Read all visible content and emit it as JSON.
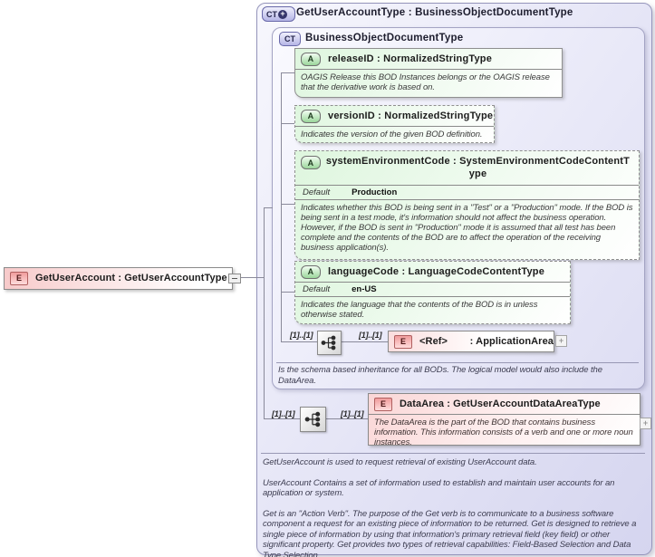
{
  "root_element": {
    "icon": "E",
    "label": "GetUserAccount : GetUserAccountType"
  },
  "panel": {
    "icon": "CT",
    "icon_plus": "+",
    "title": "GetUserAccountType : BusinessObjectDocumentType",
    "base_type": {
      "icon": "CT",
      "title": "BusinessObjectDocumentType",
      "attributes": [
        {
          "icon": "A",
          "name": "releaseID : NormalizedStringType",
          "annotation": "OAGIS Release this BOD Instances belongs or the OAGIS release that the derivative work is based on."
        },
        {
          "icon": "A",
          "name": "versionID : NormalizedStringType",
          "annotation": "Indicates the version of the given BOD definition."
        },
        {
          "icon": "A",
          "name": "systemEnvironmentCode : SystemEnvironmentCodeContentType",
          "default_label": "Default",
          "default_value": "Production",
          "annotation": "Indicates whether this BOD is being sent in a \"Test\" or a \"Production\" mode. If the BOD is being sent in a test mode, it's information should not affect the business operation. However, if the BOD is sent in \"Production\" mode it is assumed that all test has been complete and the contents of the BOD are to affect the operation of the receiving business application(s)."
        },
        {
          "icon": "A",
          "name": "languageCode : LanguageCodeContentType",
          "default_label": "Default",
          "default_value": "en-US",
          "annotation": "Indicates the language that the contents of the BOD is in unless otherwise stated."
        }
      ],
      "app_area_row": {
        "card_left": "[1]..[1]",
        "card_right": "[1]..[1]",
        "element_icon": "E",
        "ref_label": "<Ref>",
        "type_label": ": ApplicationArea",
        "expand": "+"
      },
      "annotation": "Is the schema based inheritance for all BODs. The logical model would also include the DataArea."
    },
    "data_area_row": {
      "card_left": "[1]..[1]",
      "card_right": "[1]..[1]",
      "element_icon": "E",
      "title": "DataArea : GetUserAccountDataAreaType",
      "annotation": "The DataArea is the part of the BOD that contains business information. This information consists of a verb and one or more noun instances.",
      "expand": "+"
    },
    "annotations": [
      "GetUserAccount is used to request retrieval of existing UserAccount data.",
      "UserAccount  Contains a set of information used to establish and maintain user accounts for an application or system.",
      "Get is an \"Action Verb\". The purpose of the Get verb is to communicate to a business software component a request for an existing piece of information to be returned. Get is designed to retrieve a single piece of information by using that information's primary retrieval field (key field) or other significant property. Get provides two types of retrieval capabilities: Field-Based Selection and Data Type Selection."
    ]
  },
  "colors": {
    "panel_fill": "#e7e7f7",
    "panel_border": "#9595bb",
    "attribute_fill": "#def6de",
    "element_fill": "#f7caca",
    "line": "#8a8a9a"
  }
}
